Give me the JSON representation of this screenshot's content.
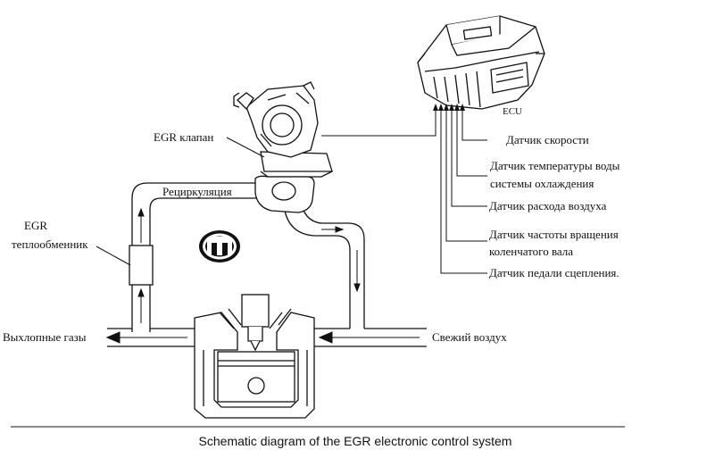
{
  "labels": {
    "egr_valve": "EGR клапан",
    "recirculation": "Рециркуляция",
    "egr_cooler_line1": "EGR",
    "egr_cooler_line2": "теплообменник",
    "exhaust": "Выхлопные газы",
    "fresh_air": "Свежий воздух",
    "ecu": "ECU"
  },
  "sensors": [
    {
      "lines": [
        "Датчик скорости"
      ]
    },
    {
      "lines": [
        "Датчик температуры воды",
        "системы охлаждения"
      ]
    },
    {
      "lines": [
        "Датчик расхода воздуха"
      ]
    },
    {
      "lines": [
        "Датчик частоты вращения",
        "коленчатого вала"
      ]
    },
    {
      "lines": [
        "Датчик педали сцепления."
      ]
    }
  ],
  "caption": "Schematic diagram of the EGR electronic control system"
}
